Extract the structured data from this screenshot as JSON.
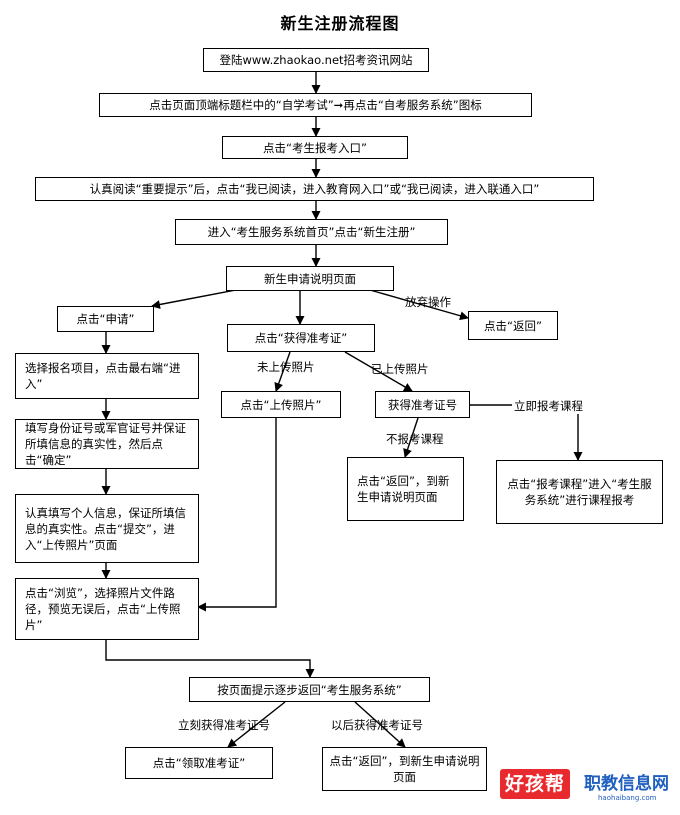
{
  "title": "新生注册流程图",
  "steps": {
    "s1": "登陆www.zhaokao.net招考资讯网站",
    "s2": "点击页面顶端标题栏中的“自学考试”➞再点击“自考服务系统”图标",
    "s3": "点击“考生报考入口”",
    "s4": "认真阅读“重要提示”后，点击“我已阅读，进入教育网入口”或“我已阅读，进入联通入口”",
    "s5": "进入“考生服务系统首页”点击“新生注册”",
    "s6": "新生申请说明页面",
    "apply": "点击“申请”",
    "get_ticket": "点击“获得准考证”",
    "go_back": "点击“返回”",
    "choose_item": "选择报名项目，点击最右端“进入”",
    "fill_id": "填写身份证号或军官证号并保证所填信息的真实性，然后点击“确定”",
    "fill_info": "认真填写个人信息，保证所填信息的真实性。点击“提交”，进入“上传照片”页面",
    "browse": "点击“浏览”，选择照片文件路径，预览无误后，点击“上传照片”",
    "upload_photo": "点击“上传照片”",
    "obtain_no": "获得准考证号",
    "back_to_apply": "点击“返回”，到新生申请说明页面",
    "enroll_course": "点击“报考课程”进入“考生服务系统”进行课程报考",
    "return_system": "按页面提示逐步返回“考生服务系统”",
    "collect_ticket": "点击“领取准考证”",
    "back_later": "点击“返回”，到新生申请说明页面"
  },
  "edge_labels": {
    "give_up": "放弃操作",
    "not_uploaded": "未上传照片",
    "uploaded": "已上传照片",
    "enroll_now": "立即报考课程",
    "no_enroll": "不报考课程",
    "get_now": "立刻获得准考证号",
    "get_later": "以后获得准考证号"
  },
  "watermark": {
    "brand": "好孩帮",
    "site": "职教信息网",
    "url": "haohaibang.com"
  }
}
